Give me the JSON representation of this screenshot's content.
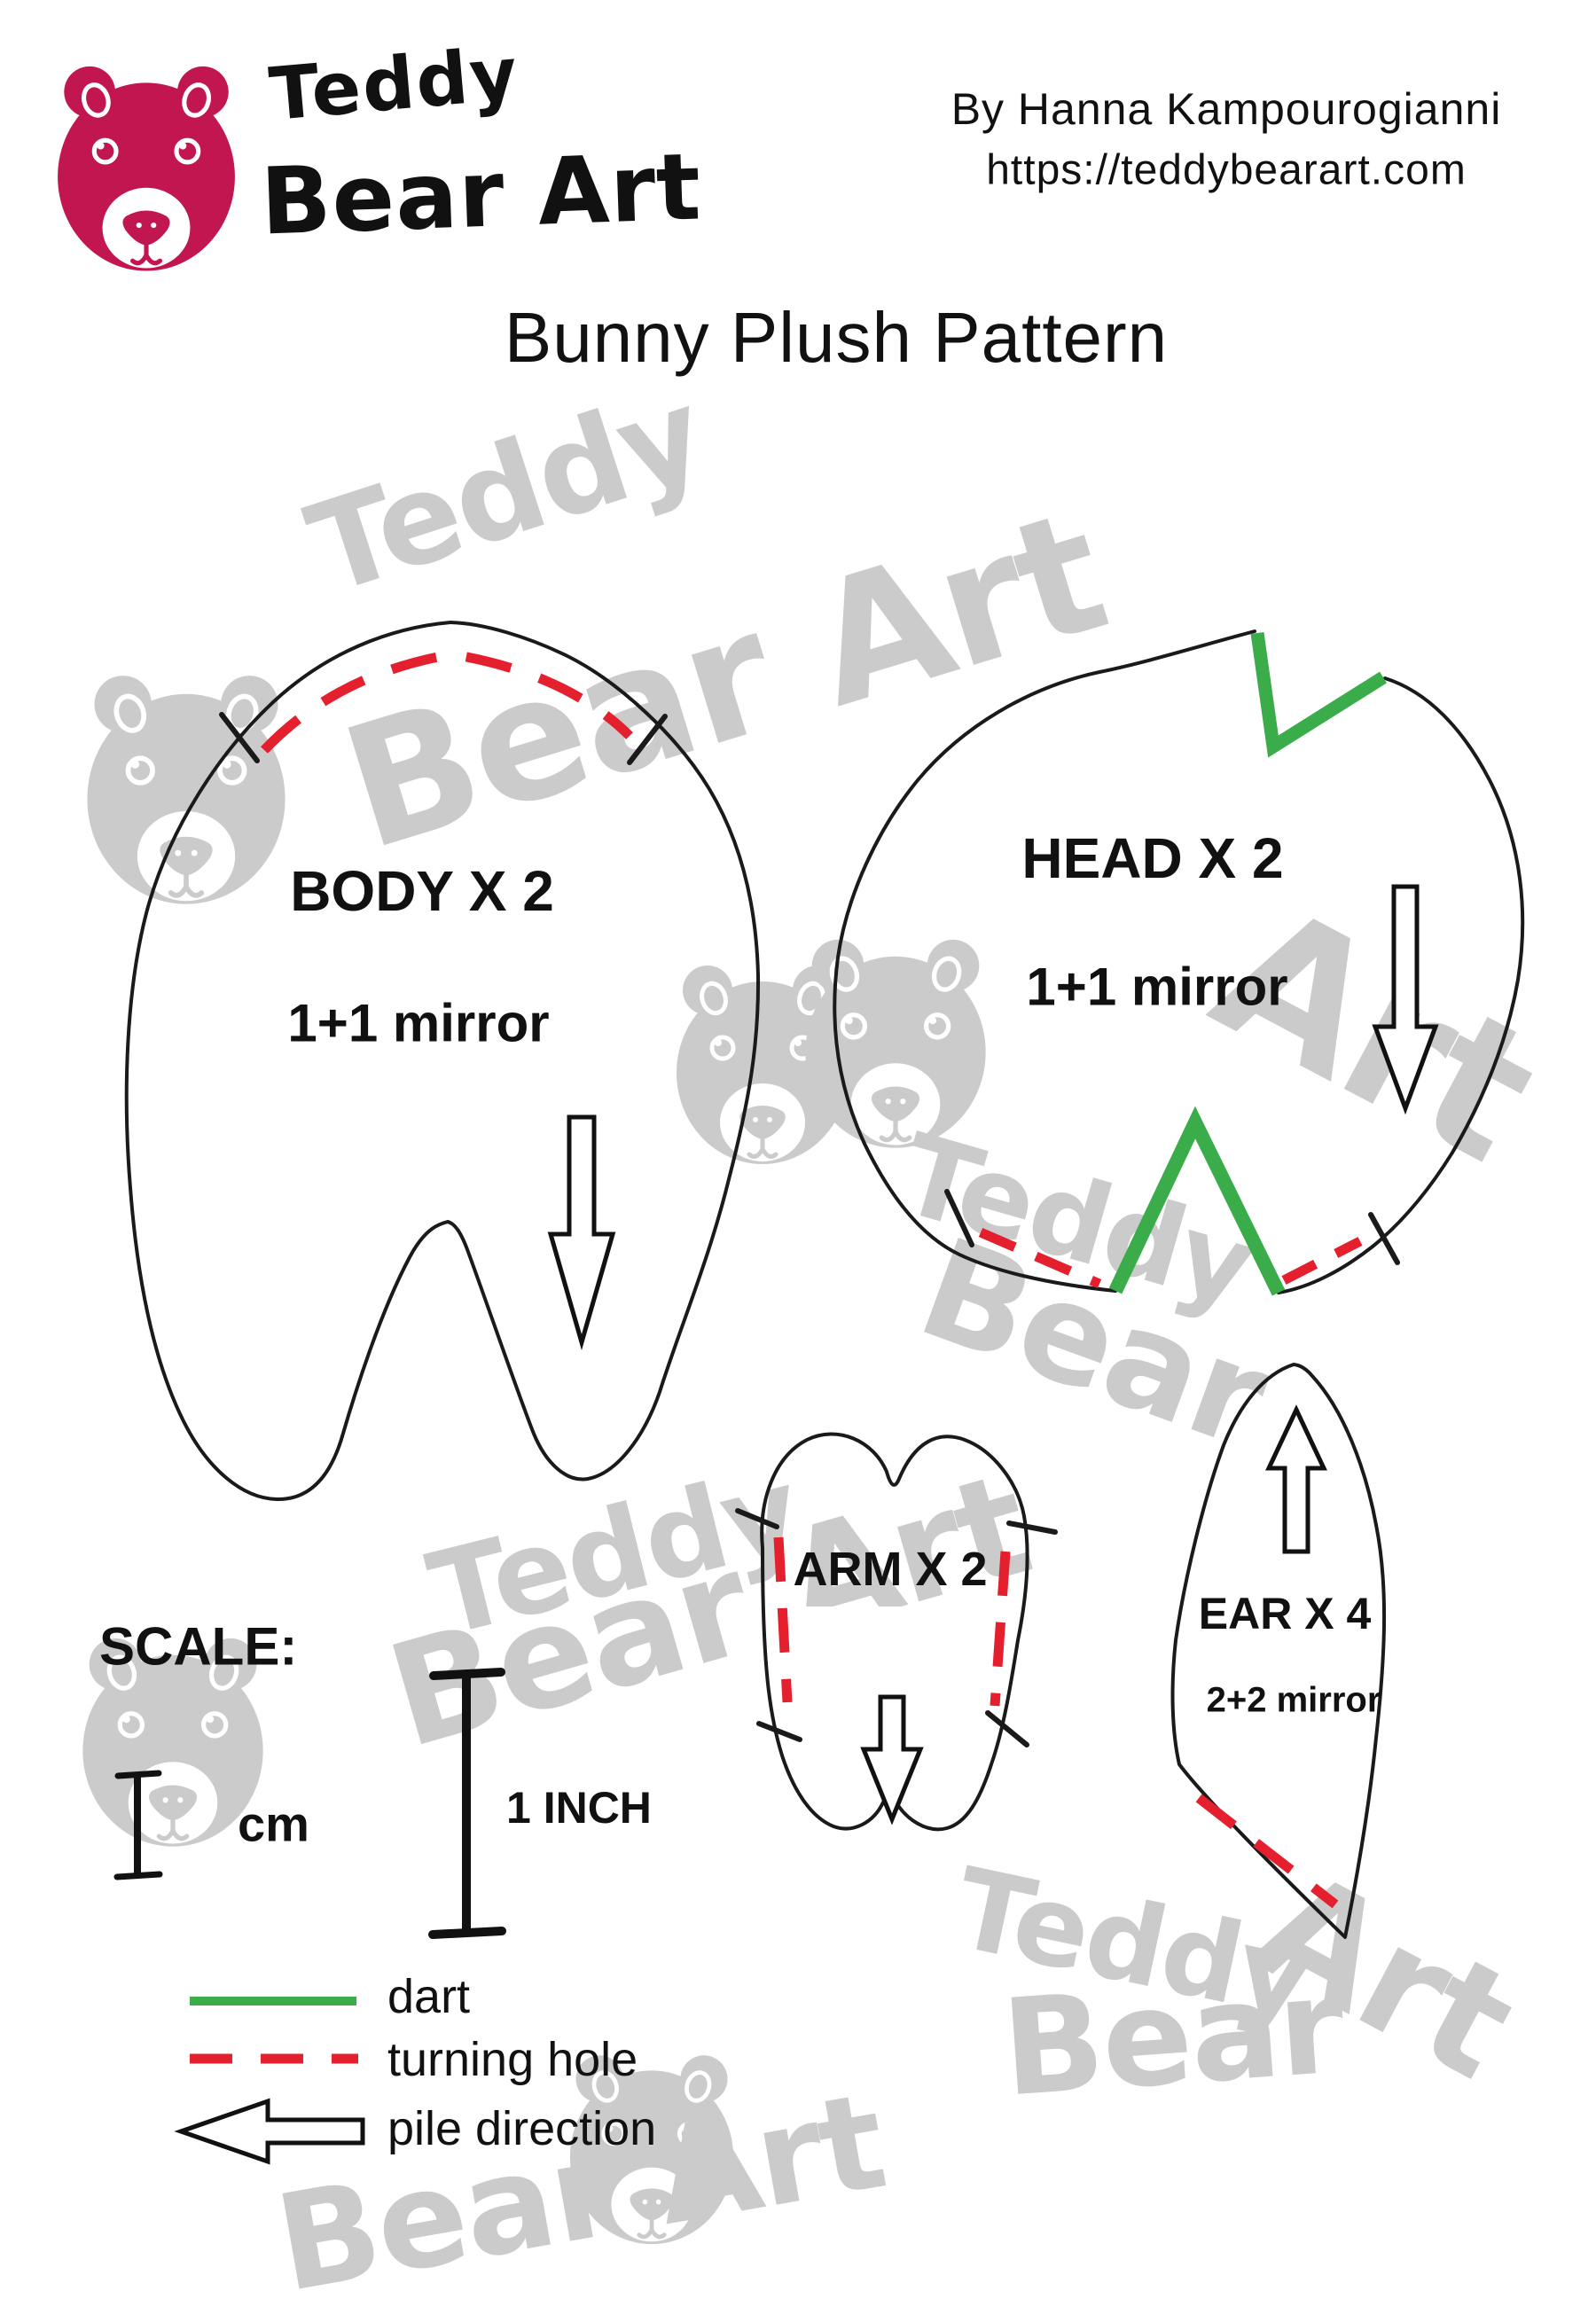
{
  "logo": {
    "word1": "Teddy",
    "word2": "Bear Art"
  },
  "header": {
    "byline": "By Hanna Kampourogianni",
    "website": "https://teddybearart.com"
  },
  "title": "Bunny Plush Pattern",
  "pieces": {
    "body": {
      "label": "BODY X 2",
      "note": "1+1 mirror"
    },
    "head": {
      "label": "HEAD X 2",
      "note": "1+1 mirror"
    },
    "arm": {
      "label": "ARM X 2"
    },
    "ear": {
      "label": "EAR X 4",
      "note": "2+2 mirror"
    }
  },
  "scale": {
    "label": "SCALE:",
    "cm": "cm",
    "inch": "1 INCH"
  },
  "legend": {
    "dart": {
      "label": "dart",
      "symbol": "green-solid-line"
    },
    "turning_hole": {
      "label": "turning hole",
      "symbol": "red-dashed-line"
    },
    "pile_direction": {
      "label": "pile direction",
      "symbol": "left-outline-arrow"
    }
  },
  "watermark": {
    "fragments": [
      {
        "text": "Teddy"
      },
      {
        "text": "Bear Art"
      },
      {
        "text": "Teddy"
      },
      {
        "text": "Bear"
      },
      {
        "text": "Art"
      },
      {
        "text": "Teddy"
      },
      {
        "text": "Bear Art"
      },
      {
        "text": "Teddy"
      },
      {
        "text": "Bear"
      },
      {
        "text": "Art"
      },
      {
        "text": "Bear Art"
      }
    ]
  },
  "colors": {
    "brand_pink": "#c1164f",
    "dart_green": "#3aad4a",
    "turning_hole_red": "#e5202e",
    "watermark_gray": "#cbcbcb",
    "outline_black": "#1a1a1a",
    "text_black": "#111111"
  }
}
